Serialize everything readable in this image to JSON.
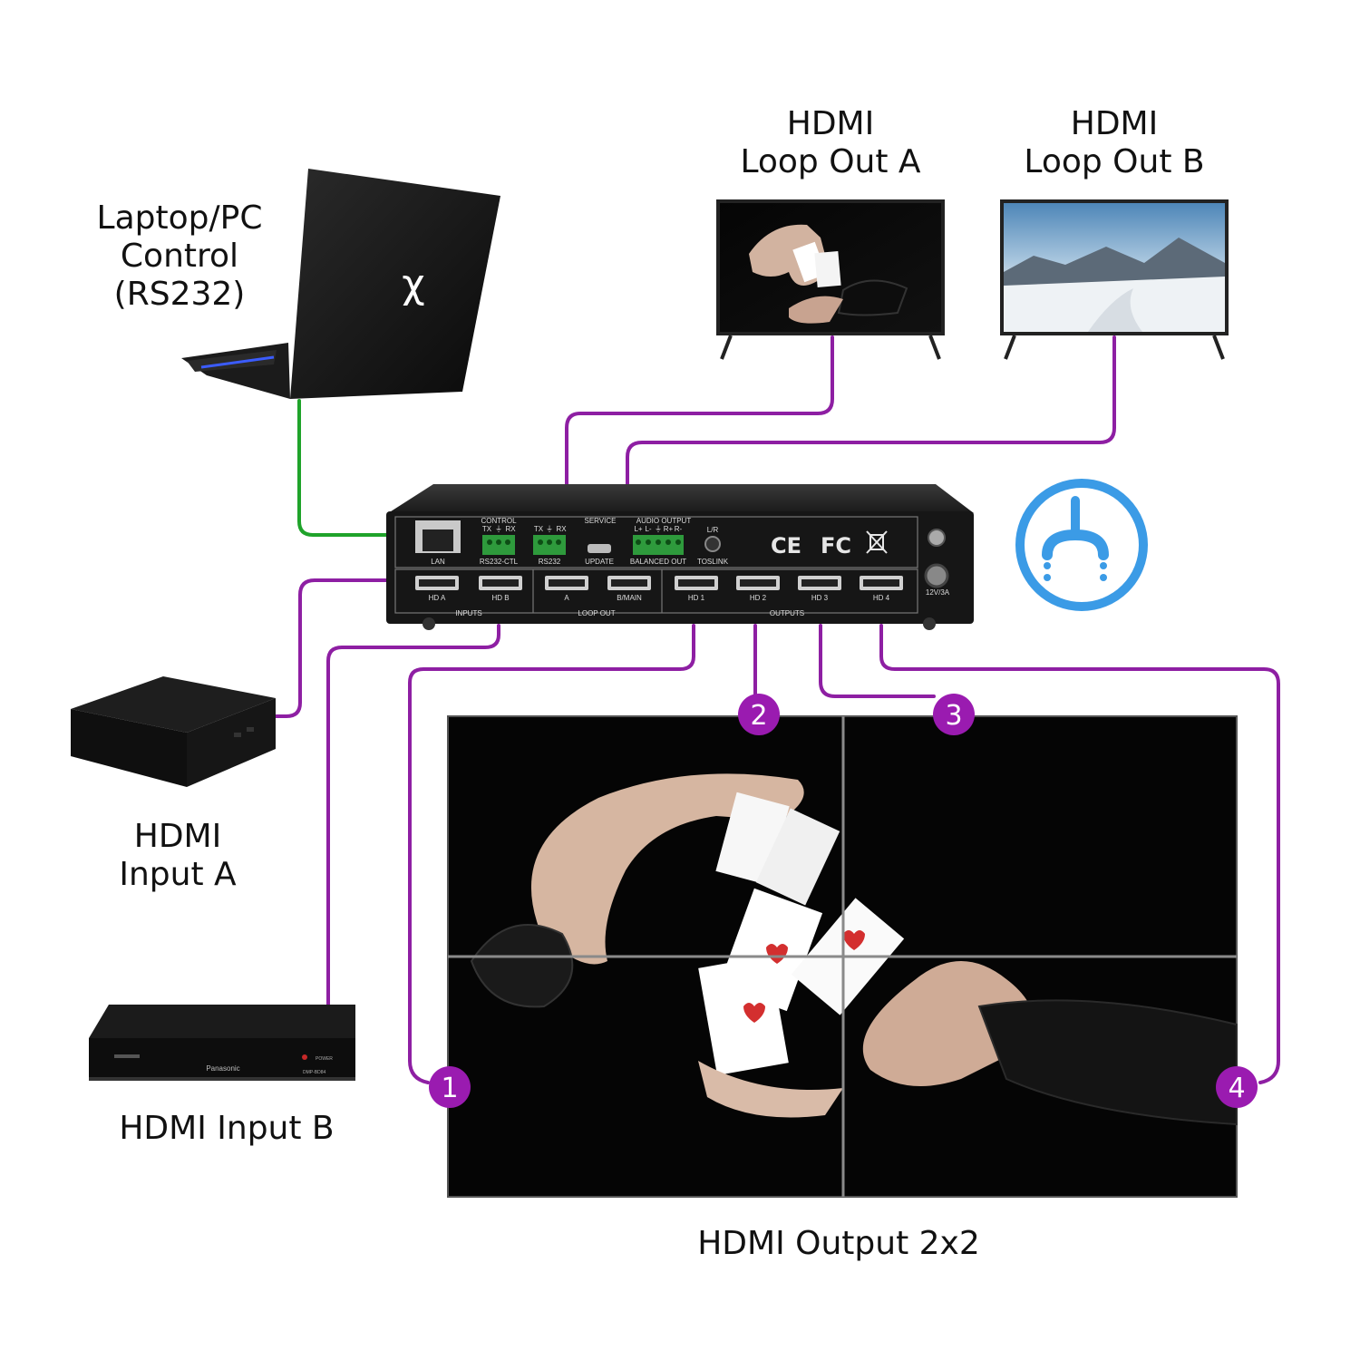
{
  "labels": {
    "laptop": [
      "Laptop/PC",
      "Control",
      "(RS232)"
    ],
    "loop_a": [
      "HDMI",
      "Loop Out A"
    ],
    "loop_b": [
      "HDMI",
      "Loop Out B"
    ],
    "input_a": [
      "HDMI",
      "Input A"
    ],
    "input_b": "HDMI Input B",
    "output": "HDMI Output 2x2"
  },
  "laptop_logo": "χ",
  "player_brand": "Panasonic",
  "player_model": "DMP-BD84",
  "player_power": "POWER",
  "device": {
    "groups": {
      "control": "CONTROL",
      "service": "SERVICE",
      "audio_output": "AUDIO OUTPUT",
      "inputs": "INPUTS",
      "loop_out": "LOOP OUT",
      "outputs": "OUTPUTS"
    },
    "ports": {
      "lan": "LAN",
      "rs232_ctl": "RS232-CTL",
      "rs232": "RS232",
      "update": "UPDATE",
      "balanced_out": "BALANCED OUT",
      "toslink": "TOSLINK",
      "lr": "L/R",
      "power": "12V/3A",
      "hd_a": "HD A",
      "hd_b": "HD B",
      "loop_a": "A",
      "loop_b": "B/MAIN",
      "hd1": "HD 1",
      "hd2": "HD 2",
      "hd3": "HD 3",
      "hd4": "HD 4"
    },
    "pins_ctl": [
      "TX",
      "⏚",
      "RX"
    ],
    "pins_rs232": [
      "TX",
      "⏚",
      "RX"
    ],
    "pins_audio": [
      "L+",
      "L-",
      "⏚",
      "R+",
      "R-"
    ],
    "marks": [
      "CE",
      "FC"
    ]
  },
  "badges": [
    "1",
    "2",
    "3",
    "4"
  ],
  "colors": {
    "cable_hdmi": "#8e1fa3",
    "cable_rs232": "#1fa32a",
    "badge": "#9a1bb0",
    "icon_blue": "#3b9be6"
  }
}
